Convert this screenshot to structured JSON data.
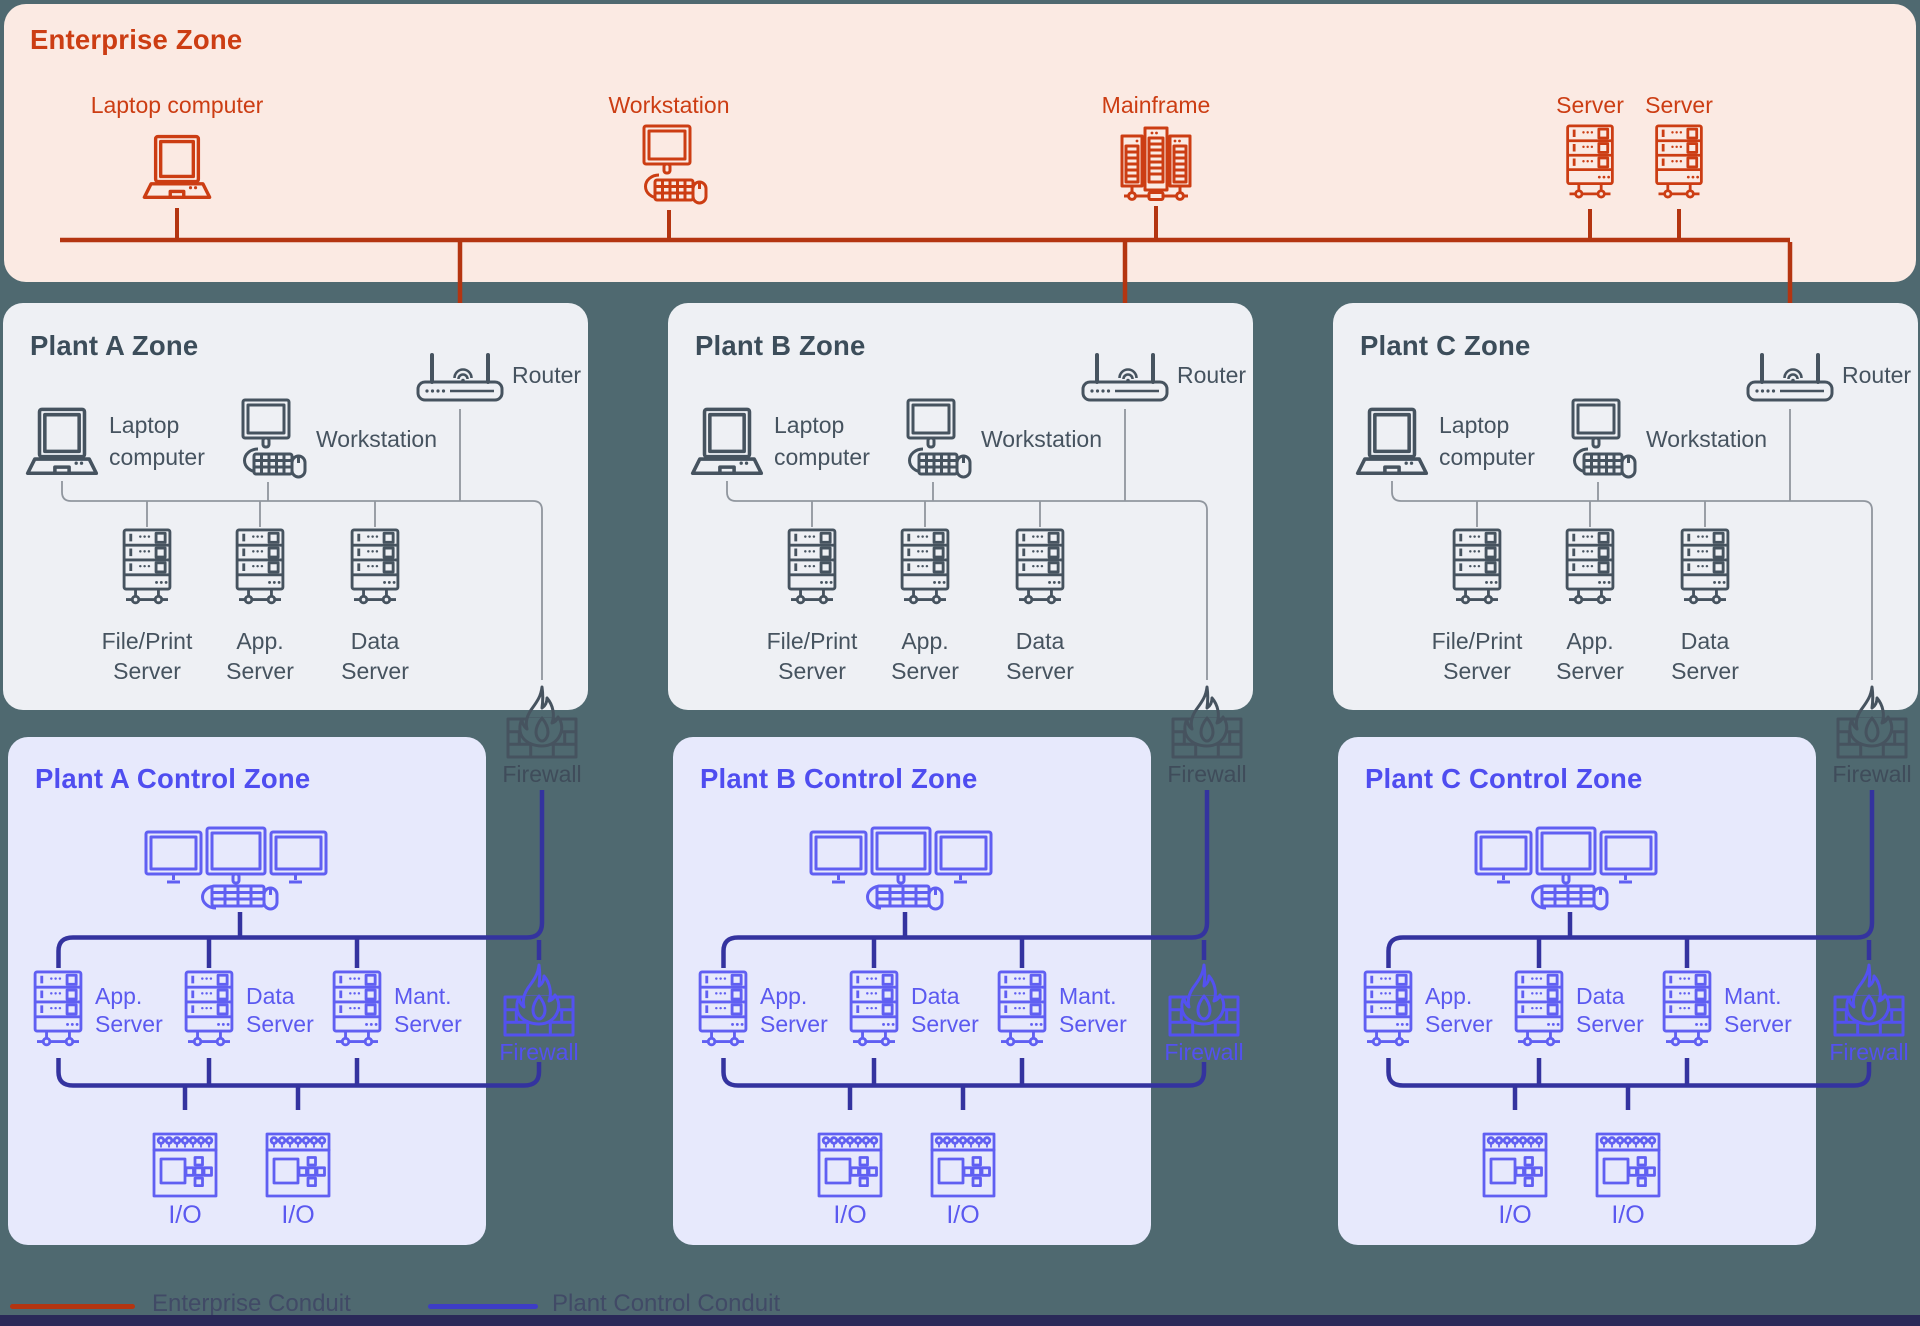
{
  "colors": {
    "page_bg": "#4f6970",
    "bottom_strip": "#2a2958",
    "enterprise_bg": "#fbeae3",
    "enterprise_accent": "#cc3d13",
    "enterprise_conduit": "#b43511",
    "plant_bg": "#eef0f4",
    "plant_accent": "#46535f",
    "plant_title": "#3c4d5a",
    "thin_line": "#90969e",
    "control_bg": "#e7e9fc",
    "control_accent": "#605ff2",
    "control_title": "#4f4df0",
    "control_label": "#5b59f0",
    "control_conduit": "#34339f",
    "firewall_lower": "#5351f0",
    "upper_fw_label": "#3f4c5a",
    "legend_text": "#414a66",
    "legend_blue": "#3e3dc6"
  },
  "enterprise": {
    "title": "Enterprise Zone",
    "devices": [
      {
        "icon": "laptop-icon",
        "label": "Laptop computer"
      },
      {
        "icon": "workstation-icon",
        "label": "Workstation"
      },
      {
        "icon": "mainframe-icon",
        "label": "Mainframe"
      },
      {
        "icon": "server-icon",
        "label": "Server"
      },
      {
        "icon": "server-icon",
        "label": "Server"
      }
    ]
  },
  "plant_zones": [
    {
      "title": "Plant A Zone",
      "router_label": "Router",
      "laptop_label": "Laptop computer",
      "workstation_label": "Workstation",
      "servers": [
        "File/Print Server",
        "App. Server",
        "Data Server"
      ]
    },
    {
      "title": "Plant B Zone",
      "router_label": "Router",
      "laptop_label": "Laptop computer",
      "workstation_label": "Workstation",
      "servers": [
        "File/Print Server",
        "App. Server",
        "Data Server"
      ]
    },
    {
      "title": "Plant C Zone",
      "router_label": "Router",
      "laptop_label": "Laptop computer",
      "workstation_label": "Workstation",
      "servers": [
        "File/Print Server",
        "App. Server",
        "Data Server"
      ]
    }
  ],
  "control_zones": [
    {
      "title": "Plant A Control Zone",
      "servers": [
        "App. Server",
        "Data Server",
        "Mant. Server"
      ],
      "io": [
        "I/O",
        "I/O"
      ]
    },
    {
      "title": "Plant B Control Zone",
      "servers": [
        "App. Server",
        "Data Server",
        "Mant. Server"
      ],
      "io": [
        "I/O",
        "I/O"
      ]
    },
    {
      "title": "Plant C Control Zone",
      "servers": [
        "App. Server",
        "Data Server",
        "Mant. Server"
      ],
      "io": [
        "I/O",
        "I/O"
      ]
    }
  ],
  "firewall_label": "Firewall",
  "legend": [
    {
      "label": "Enterprise Conduit",
      "color": "#b43511"
    },
    {
      "label": "Plant Control Conduit",
      "color": "#3e3dc6"
    }
  ]
}
